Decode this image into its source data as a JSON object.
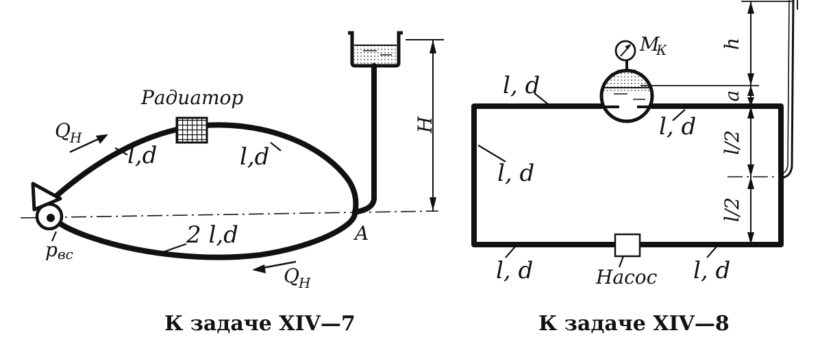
{
  "fig7": {
    "label_radiator": "Радиатор",
    "label_q_top": "Q",
    "label_q_top_sub": "Н",
    "label_q_bottom": "Q",
    "label_q_bottom_sub": "Н",
    "label_ld_left": "l,d",
    "label_ld_right": "l,d",
    "label_2ld": "2 l,d",
    "label_p": "р",
    "label_p_sub": "вс",
    "label_a": "A",
    "label_h": "H",
    "caption": "К задаче XIV—7"
  },
  "fig8": {
    "label_mk": "М",
    "label_mk_sub": "К",
    "label_ld_top": "l, d",
    "label_ld_mid": "l, d",
    "label_ld_left": "l, d",
    "label_ld_bottom_left": "l, d",
    "label_ld_bottom_right": "l, d",
    "label_pump": "Насос",
    "label_h": "h",
    "label_a": "a",
    "label_l2_top": "l/2",
    "label_l2_bottom": "l/2",
    "caption": "К задаче XIV—8"
  }
}
